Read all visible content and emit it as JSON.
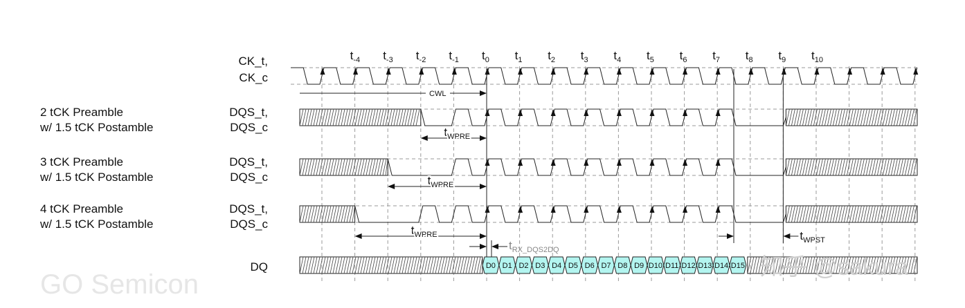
{
  "watermark_diagonal": "GO Semicon",
  "watermark_corner": "知乎 @sakura",
  "clock": {
    "label_line1": "CK_t,",
    "label_line2": "CK_c"
  },
  "edges": [
    {
      "base": "t",
      "sub": "-4",
      "index": -4
    },
    {
      "base": "t",
      "sub": "-3",
      "index": -3
    },
    {
      "base": "t",
      "sub": "-2",
      "index": -2
    },
    {
      "base": "t",
      "sub": "-1",
      "index": -1
    },
    {
      "base": "t",
      "sub": "0",
      "index": 0
    },
    {
      "base": "t",
      "sub": "1",
      "index": 1
    },
    {
      "base": "t",
      "sub": "2",
      "index": 2
    },
    {
      "base": "t",
      "sub": "3",
      "index": 3
    },
    {
      "base": "t",
      "sub": "4",
      "index": 4
    },
    {
      "base": "t",
      "sub": "5",
      "index": 5
    },
    {
      "base": "t",
      "sub": "6",
      "index": 6
    },
    {
      "base": "t",
      "sub": "7",
      "index": 7
    },
    {
      "base": "t",
      "sub": "8",
      "index": 8
    },
    {
      "base": "t",
      "sub": "9",
      "index": 9
    },
    {
      "base": "t",
      "sub": "10",
      "index": 10
    }
  ],
  "cwl_label": "CWL",
  "dqs_rows": [
    {
      "title_line1": "2 tCK Preamble",
      "title_line2": "w/ 1.5 tCK Postamble",
      "sig_line1": "DQS_t,",
      "sig_line2": "DQS_c",
      "hatch_until_edge": -2,
      "pulse_edges": [
        -1,
        0,
        1,
        2,
        3,
        4,
        5,
        6,
        7
      ],
      "hatch_from_edge": 9,
      "twpre_from_edge": -2,
      "twpre_label": {
        "base": "t",
        "sub": "WPRE"
      }
    },
    {
      "title_line1": "3 tCK Preamble",
      "title_line2": "w/ 1.5 tCK Postamble",
      "sig_line1": "DQS_t,",
      "sig_line2": "DQS_c",
      "hatch_until_edge": -3,
      "pulse_edges": [
        -1,
        0,
        1,
        2,
        3,
        4,
        5,
        6,
        7
      ],
      "hatch_from_edge": 9,
      "twpre_from_edge": -3,
      "twpre_label": {
        "base": "t",
        "sub": "WPRE"
      }
    },
    {
      "title_line1": "4 tCK Preamble",
      "title_line2": "w/ 1.5 tCK Postamble",
      "sig_line1": "DQS_t,",
      "sig_line2": "DQS_c",
      "hatch_until_edge": -4,
      "pulse_edges": [
        -2,
        -1,
        0,
        1,
        2,
        3,
        4,
        5,
        6,
        7
      ],
      "hatch_from_edge": 9,
      "twpre_from_edge": -4,
      "twpre_label": {
        "base": "t",
        "sub": "WPRE"
      }
    }
  ],
  "trx_label": {
    "base": "t",
    "sub": "RX_DQS2DQ"
  },
  "twpst_label": {
    "base": "t",
    "sub": "WPST"
  },
  "dq": {
    "label": "DQ",
    "cells": [
      "D0",
      "D1",
      "D2",
      "D3",
      "D4",
      "D5",
      "D6",
      "D7",
      "D8",
      "D9",
      "D10",
      "D11",
      "D12",
      "D13",
      "D14",
      "D15"
    ],
    "cell_color": "#b3f5f0"
  }
}
